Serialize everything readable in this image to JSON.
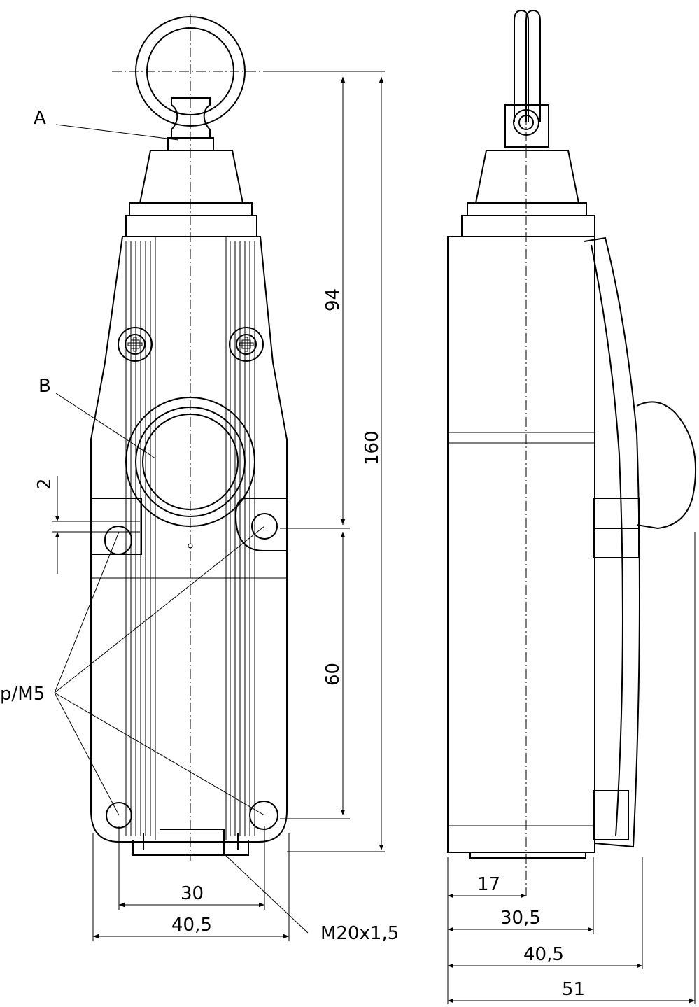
{
  "callouts": {
    "a": "A",
    "b": "B",
    "thread_hole": "p/M5",
    "conduit": "M20x1,5"
  },
  "front_view": {
    "dims": {
      "slot": "2",
      "height_94": "94",
      "height_160": "160",
      "height_60": "60",
      "width_30": "30",
      "width_40_5": "40,5"
    }
  },
  "side_view": {
    "dims": {
      "d17": "17",
      "d30_5": "30,5",
      "d40_5": "40,5",
      "d51": "51"
    }
  }
}
